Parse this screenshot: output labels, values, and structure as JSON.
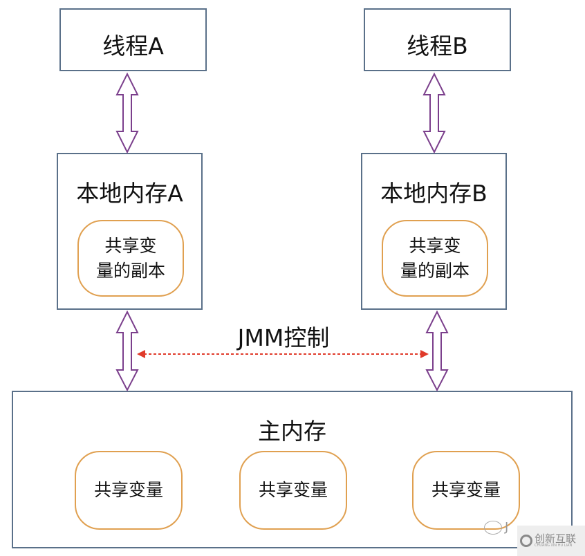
{
  "diagram": {
    "thread_a": {
      "label": "线程A"
    },
    "thread_b": {
      "label": "线程B"
    },
    "local_memory_a": {
      "label": "本地内存A",
      "copy": {
        "line1": "共享变",
        "line2": "量的副本"
      }
    },
    "local_memory_b": {
      "label": "本地内存B",
      "copy": {
        "line1": "共享变",
        "line2": "量的副本"
      }
    },
    "jmm_control": {
      "label": "JMM控制"
    },
    "main_memory": {
      "label": "主内存",
      "variables": [
        {
          "label": "共享变量"
        },
        {
          "label": "共享变量"
        },
        {
          "label": "共享变量"
        }
      ]
    }
  },
  "colors": {
    "box_border": "#5a7089",
    "pill_border": "#e0a050",
    "arrow_stroke": "#7b3f8c",
    "jmm_arrow": "#e03a2a"
  },
  "watermark": {
    "wechat_text": "J",
    "brand_text": "创新互联",
    "brand_sub": "CHUANG XIN HU LIAN"
  }
}
